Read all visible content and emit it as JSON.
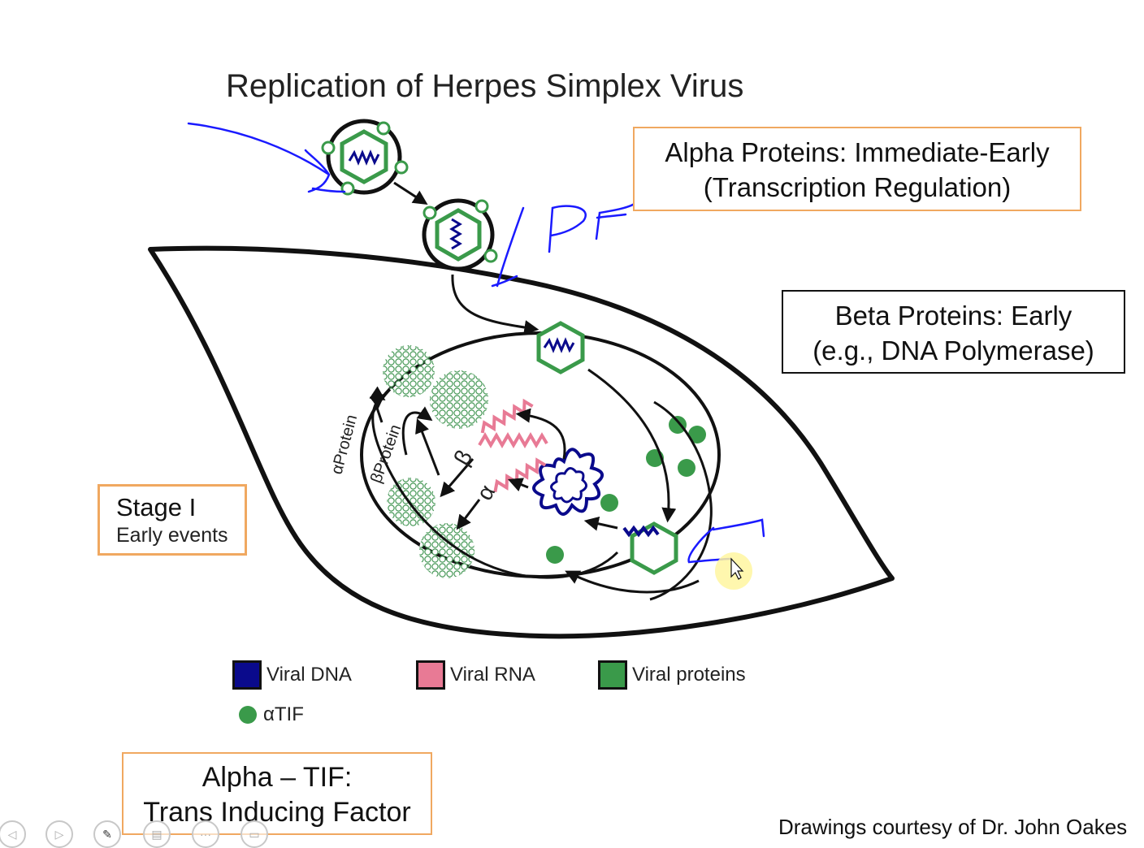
{
  "title": "Replication of Herpes Simplex Virus",
  "boxes": {
    "alpha": {
      "line1": "Alpha Proteins: Immediate-Early",
      "line2": "(Transcription Regulation)"
    },
    "beta": {
      "line1": "Beta Proteins: Early",
      "line2": "(e.g., DNA Polymerase)"
    },
    "stage": {
      "line1": "Stage I",
      "line2": "Early events"
    },
    "tif": {
      "line1": "Alpha – TIF:",
      "line2": "Trans Inducing Factor"
    }
  },
  "diagram_labels": {
    "alpha_protein": "αProtein",
    "beta_protein": "βProtein",
    "beta": "β",
    "alpha": "α"
  },
  "legend": {
    "viral_dna": "Viral DNA",
    "viral_rna": "Viral RNA",
    "viral_proteins": "Viral proteins",
    "atif": "αTIF"
  },
  "credit": "Drawings courtesy of Dr. John Oakes",
  "colors": {
    "dna": "#0a0a8c",
    "rna": "#e87a95",
    "protein": "#3a9a4a",
    "box_border": "#f0a860",
    "ink": "#1a1aff",
    "pointer_highlight": "#fff6a0"
  },
  "controls": {
    "prev": "prev-slide-icon",
    "next": "next-slide-icon",
    "pen": "pen-icon",
    "slides": "slides-icon",
    "more": "more-icon",
    "screen": "screen-icon"
  }
}
